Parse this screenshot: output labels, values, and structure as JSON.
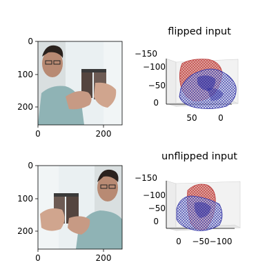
{
  "chart_data": [
    {
      "type": "image",
      "panel": "top-left",
      "title": "",
      "xticks": [
        "0",
        "200"
      ],
      "yticks": [
        "0",
        "100",
        "200"
      ],
      "xlim": [
        0,
        256
      ],
      "ylim": [
        256,
        0
      ]
    },
    {
      "type": "3d-mesh",
      "panel": "top-right",
      "title": "flipped input",
      "xticks": [
        "50",
        "0"
      ],
      "yticks": [
        "−150",
        "−100",
        "−50",
        "0"
      ],
      "series": [
        {
          "color": "#b83232"
        },
        {
          "color": "#2a2aa0"
        }
      ]
    },
    {
      "type": "image",
      "panel": "bottom-left",
      "title": "",
      "xticks": [
        "0",
        "200"
      ],
      "yticks": [
        "0",
        "100",
        "200"
      ],
      "xlim": [
        0,
        256
      ],
      "ylim": [
        256,
        0
      ]
    },
    {
      "type": "3d-mesh",
      "panel": "bottom-right",
      "title": "unflipped input",
      "xticks": [
        "0",
        "−50",
        "−100"
      ],
      "yticks": [
        "−150",
        "−100",
        "−50",
        "0"
      ],
      "series": [
        {
          "color": "#b83232"
        },
        {
          "color": "#2a2aa0"
        }
      ]
    }
  ],
  "colors": {
    "hand_red": "#b83232",
    "hand_blue": "#2a2aa0",
    "photo_background": "#e8eef0",
    "shirt": "#8fb3b5",
    "skin": "#b88a73"
  }
}
